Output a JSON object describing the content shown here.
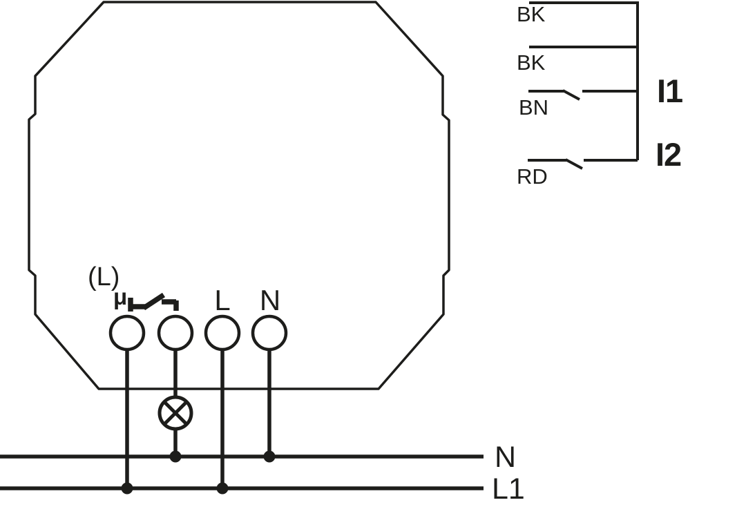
{
  "colors": {
    "ink": "#1d1d1b",
    "background": "#ffffff"
  },
  "device": {
    "terminal_labels": {
      "switched_live": "(L)",
      "mu": "μ",
      "live": "L",
      "neutral": "N"
    },
    "icons": {
      "relay_contact": "normally-open-relay-contact",
      "lamp": "lamp-circle-cross"
    }
  },
  "right_block": {
    "wires": [
      {
        "label": "BK",
        "has_switch": false
      },
      {
        "label": "BK",
        "has_switch": false
      },
      {
        "label": "BN",
        "has_switch": true
      },
      {
        "label": "RD",
        "has_switch": true
      }
    ],
    "inputs": [
      {
        "label": "I1"
      },
      {
        "label": "I2"
      }
    ]
  },
  "bus": {
    "neutral": {
      "label": "N"
    },
    "line": {
      "label": "L1"
    }
  }
}
